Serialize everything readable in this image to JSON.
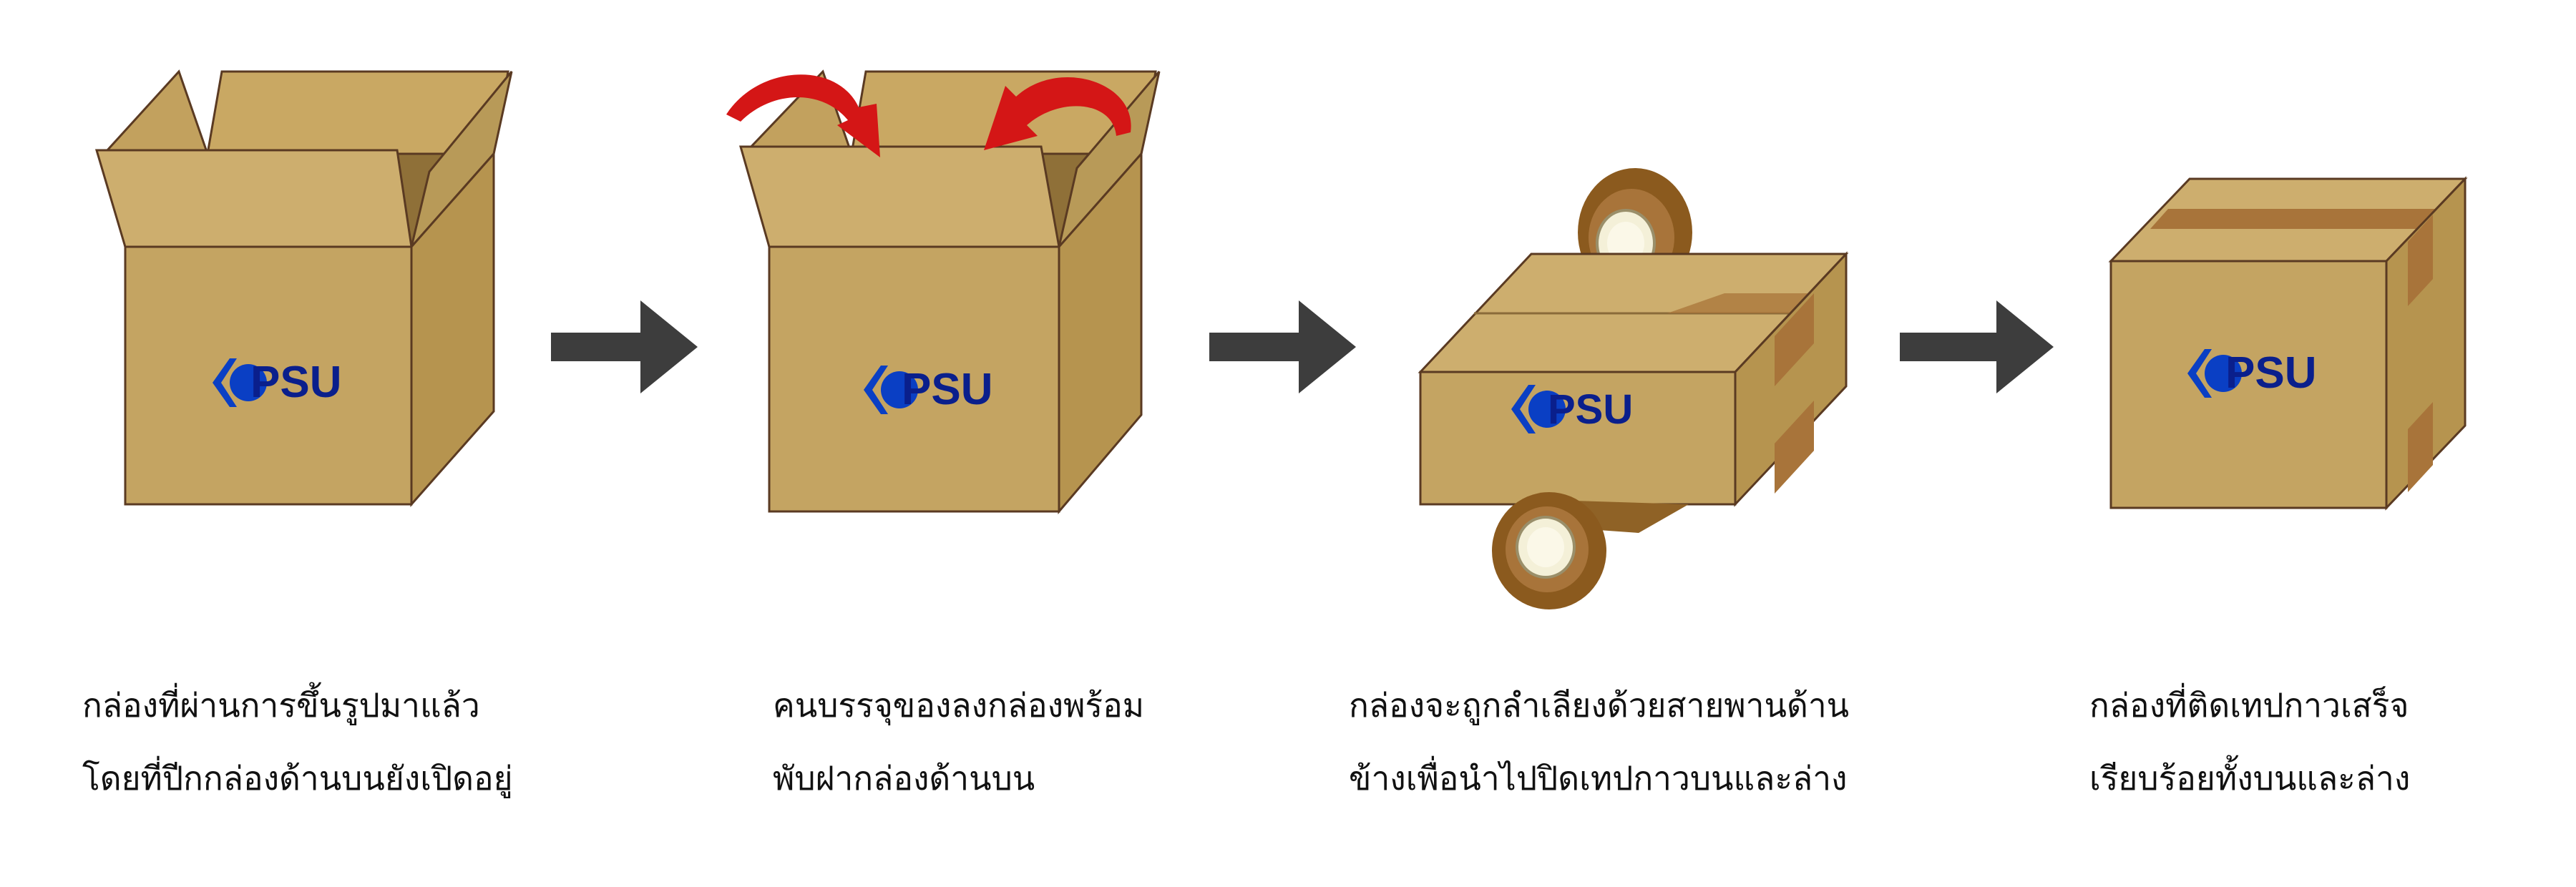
{
  "logo": {
    "text": "PSU",
    "text_color": "#0a1f8c",
    "mark_color": "#0a3fc4"
  },
  "colors": {
    "cardboard_front": "#c4a462",
    "cardboard_side": "#b6944f",
    "cardboard_top": "#cdae6e",
    "outline": "#5a3a22",
    "tape": "#a8743a",
    "tape_roll": "#8b5a1e",
    "arrow": "#3d3d3d",
    "fold_arrow": "#d41616"
  },
  "steps": [
    {
      "id": "step1",
      "icon": "open-box-icon",
      "caption": [
        "กล่องที่ผ่านการขึ้นรูปมาแล้ว",
        "โดยที่ปีกกล่องด้านบนยังเปิดอยู่"
      ]
    },
    {
      "id": "step2",
      "icon": "folding-box-icon",
      "caption": [
        "คนบรรจุของลงกล่องพร้อม",
        "พับฝากล่องด้านบน"
      ]
    },
    {
      "id": "step3",
      "icon": "taping-box-icon",
      "caption": [
        "กล่องจะถูกลำเลียงด้วยสายพานด้าน",
        "ข้างเพื่อนำไปปิดเทปกาวบนและล่าง"
      ]
    },
    {
      "id": "step4",
      "icon": "sealed-box-icon",
      "caption": [
        "กล่องที่ติดเทปกาวเสร็จ",
        "เรียบร้อยทั้งบนและล่าง"
      ]
    }
  ]
}
